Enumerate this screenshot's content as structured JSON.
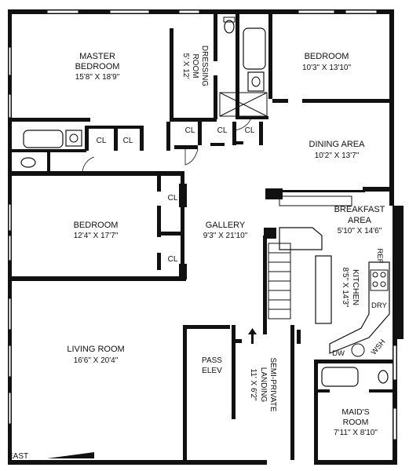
{
  "rooms": {
    "master_bedroom": {
      "name_line1": "MASTER",
      "name_line2": "BEDROOM",
      "dims": "15'8\" X 18'9\""
    },
    "dressing_room": {
      "name_line1": "DRESSING",
      "name_line2": "ROOM",
      "dims": "5' X 12'"
    },
    "bedroom_top": {
      "name": "BEDROOM",
      "dims": "10'3\" X 13'10\""
    },
    "dining_area": {
      "name": "DINING AREA",
      "dims": "10'2\" X 13'7\""
    },
    "breakfast_area": {
      "name_line1": "BREAKFAST",
      "name_line2": "AREA",
      "dims": "5'10\" X 14'6\""
    },
    "bedroom_mid": {
      "name": "BEDROOM",
      "dims": "12'4\" X 17'7\""
    },
    "gallery": {
      "name": "GALLERY",
      "dims": "9'3\" X 21'10\""
    },
    "kitchen": {
      "name": "KITCHEN",
      "dims": "8'5\" X 14'3\""
    },
    "living_room": {
      "name": "LIVING ROOM",
      "dims": "16'6\" X 20'4\""
    },
    "pass_elev": {
      "name_line1": "PASS",
      "name_line2": "ELEV"
    },
    "landing": {
      "name_line1": "SEMI-PRIVATE",
      "name_line2": "LANDING",
      "dims": "11' X 6'2\""
    },
    "maids_room": {
      "name_line1": "MAID'S",
      "name_line2": "ROOM",
      "dims": "7'11\" X 8'10\""
    }
  },
  "closets": {
    "cl1": "CL",
    "cl2": "CL",
    "cl3": "CL",
    "cl4": "CL",
    "cl5": "CL",
    "cl6": "CL",
    "cl7": "CL"
  },
  "fixtures": {
    "ref": "REF",
    "dry": "DRY",
    "dw": "DW",
    "wsh": "WSH"
  },
  "orientation": {
    "label": "EAST"
  }
}
